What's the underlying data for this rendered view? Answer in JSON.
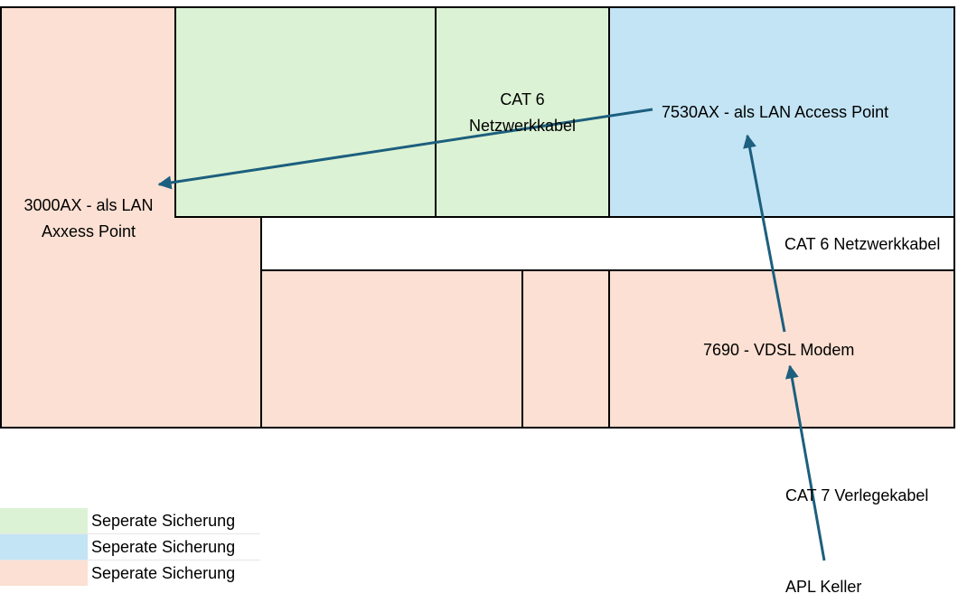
{
  "colors": {
    "green_zone": "#dcf2d4",
    "blue_zone": "#c2e4f4",
    "peach_zone": "#fbe0d3",
    "corridor": "#ffffff",
    "arrow": "#1c5f7e"
  },
  "labels": {
    "cat6_room": "CAT 6\nNetzwerkkabel",
    "ap_7530": "7530AX - als LAN Access Point",
    "ap_3000": "3000AX - als LAN\nAxxess Point",
    "cat6_corridor": "CAT 6 Netzwerkkabel",
    "modem_7690": "7690 - VDSL Modem",
    "cat7": "CAT 7 Verlegekabel",
    "apl": "APL Keller"
  },
  "legend": [
    {
      "color": "#dcf2d4",
      "label": "Seperate Sicherung"
    },
    {
      "color": "#c2e4f4",
      "label": "Seperate Sicherung"
    },
    {
      "color": "#fbe0d3",
      "label": "Seperate Sicherung"
    }
  ]
}
